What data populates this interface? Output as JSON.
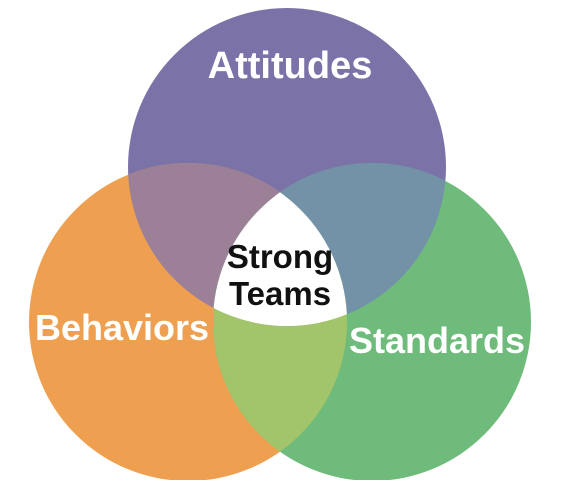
{
  "diagram": {
    "type": "venn-3",
    "circles": [
      {
        "label": "Attitudes",
        "color": "#7b72a8"
      },
      {
        "label": "Behaviors",
        "color": "#eea050"
      },
      {
        "label": "Standards",
        "color": "#6fbb7b"
      }
    ],
    "overlaps": {
      "attitudes_behaviors": "#9c8098",
      "attitudes_standards": "#7392a8",
      "behaviors_standards": "#a2c46a"
    },
    "center": {
      "label_line1": "Strong",
      "label_line2": "Teams",
      "background": "#ffffff",
      "text_color": "#111111"
    },
    "label_color": "#ffffff"
  }
}
